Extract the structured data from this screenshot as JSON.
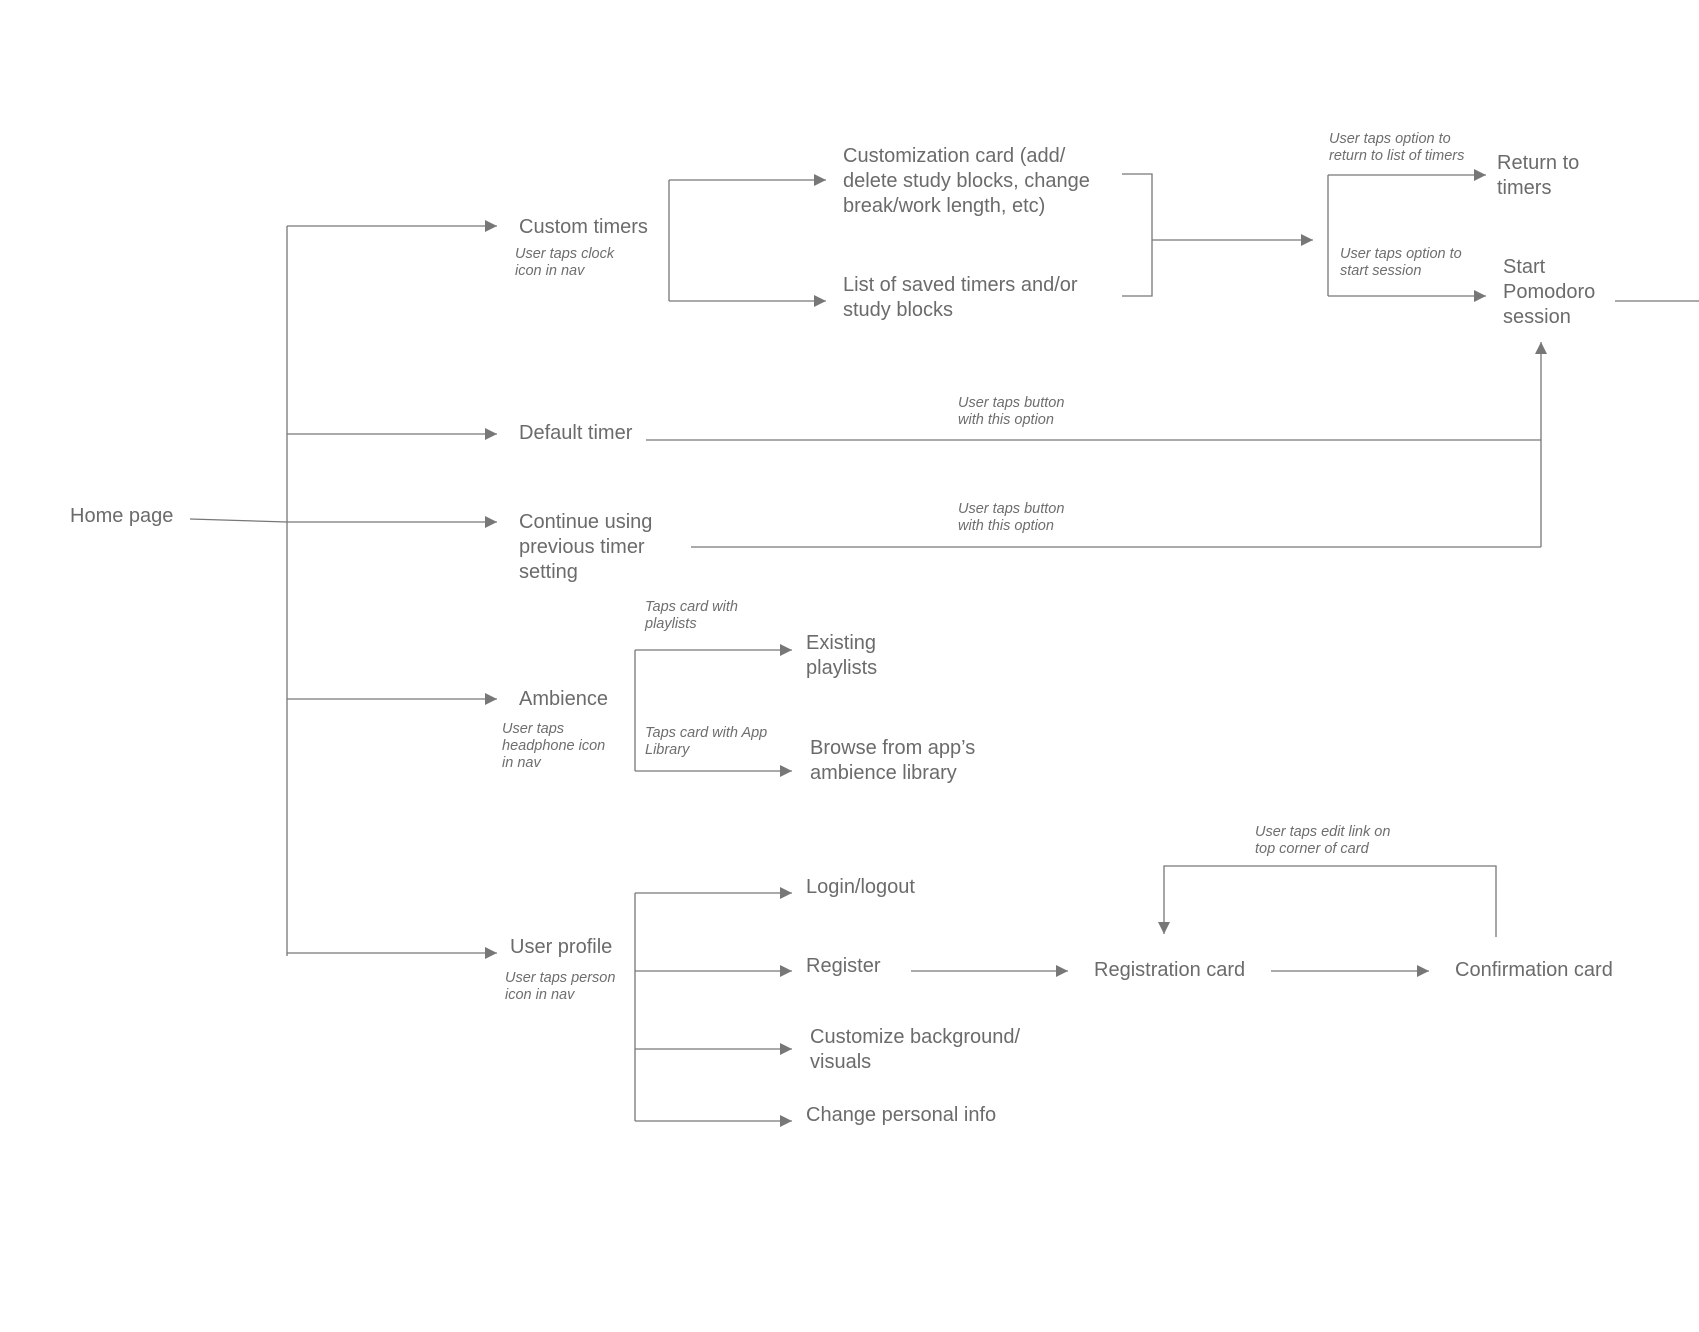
{
  "nodes": {
    "home": "Home page",
    "custom_timers": "Custom timers",
    "customization_card": "Customization card (add/\ndelete study blocks, change\nbreak/work length, etc)",
    "saved_timers": "List of saved timers and/or\nstudy blocks",
    "return_timers": "Return to\ntimers",
    "start_session": "Start\nPomodoro\nsession",
    "default_timer": "Default timer",
    "continue_previous": "Continue using\nprevious timer\nsetting",
    "ambience": "Ambience",
    "existing_playlists": "Existing\nplaylists",
    "browse_library": "Browse from app’s\nambience library",
    "user_profile": "User profile",
    "login_logout": "Login/logout",
    "register": "Register",
    "customize_background": "Customize background/\nvisuals",
    "change_info": "Change personal info",
    "registration_card": "Registration card",
    "confirmation_card": "Confirmation card"
  },
  "notes": {
    "clock_icon": "User taps clock\nicon in nav",
    "return_option": "User taps option to\nreturn to list of timers",
    "start_option": "User taps option to\nstart session",
    "default_button": "User taps button\nwith this option",
    "continue_button": "User taps button\nwith this option",
    "playlists_card": "Taps card with\nplaylists",
    "app_library_card": "Taps card with App\nLibrary",
    "headphone_icon": "User taps\nheadphone icon\nin nav",
    "person_icon": "User taps person\nicon in nav",
    "edit_link": "User taps edit link on\ntop corner of card"
  },
  "colors": {
    "line": "#777777",
    "text": "#6b6b6b",
    "note": "#6e6e6e",
    "background": "#ffffff"
  }
}
